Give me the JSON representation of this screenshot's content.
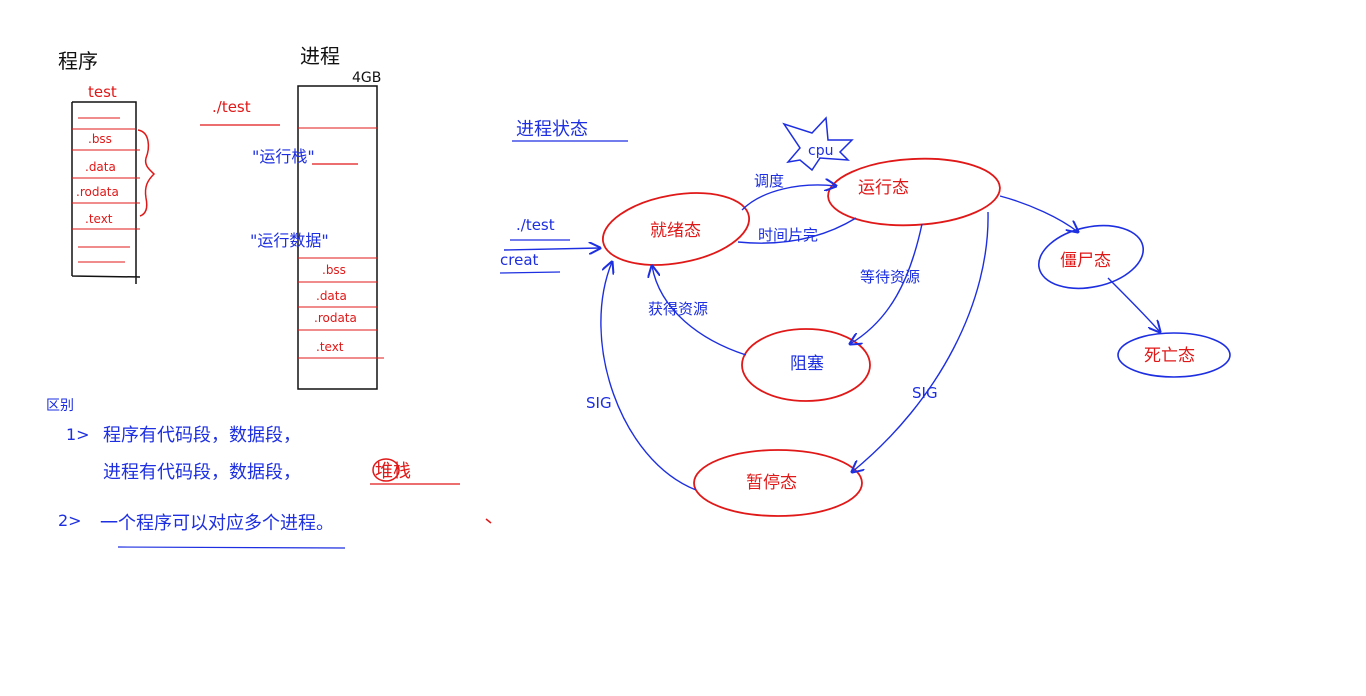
{
  "colors": {
    "blue": "#1d2fe0",
    "red": "#e01818",
    "black": "#111111",
    "background": "#ffffff"
  },
  "program_block": {
    "title": "程序",
    "file_name": "test",
    "sections": [
      ".bss",
      ".data",
      ".rodata",
      ".text"
    ]
  },
  "process_block": {
    "title": "进程",
    "size_label": "4GB",
    "exec_label": "./test",
    "stack_label": "\"运行栈\"",
    "data_label": "\"运行数据\"",
    "sections": [
      ".bss",
      ".data",
      ".rodata",
      ".text"
    ]
  },
  "example": {
    "label": "区别",
    "line1_num": "1>",
    "line1_text": "程序有代码段，数据段，",
    "line2_text": "进程有代码段，数据段，",
    "line2_extra": "堆栈",
    "line3_num": "2>",
    "line3_text": "一个程序可以对应多个进程。"
  },
  "state_diagram": {
    "title": "进程状态",
    "cpu_label": "cpu",
    "states": {
      "ready": "就绪态",
      "running": "运行态",
      "blocked": "阻塞",
      "stopped": "暂停态",
      "zombie": "僵尸态",
      "dead": "死亡态"
    },
    "transitions": {
      "schedule": "调度",
      "time_slice": "时间片完",
      "wait_resource": "等待资源",
      "get_resource": "获得资源",
      "sig_stop": "SIG",
      "sig_cont": "SIG"
    },
    "entry": {
      "exec": "./test",
      "create": "creat"
    }
  }
}
